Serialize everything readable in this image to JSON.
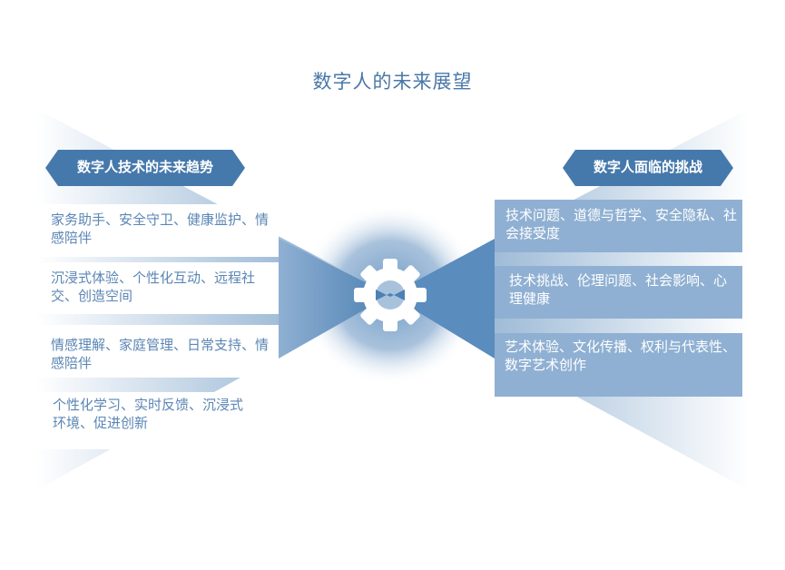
{
  "title": "数字人的未来展望",
  "left": {
    "header": "数字人技术的未来趋势",
    "items": [
      "家务助手、安全守卫、健康监护、情感陪伴",
      "沉浸式体验、个性化互动、远程社交、创造空间",
      "情感理解、家庭管理、日常支持、情感陪伴",
      "个性化学习、实时反馈、沉浸式环境、促进创新"
    ]
  },
  "right": {
    "header": "数字人面临的挑战",
    "items": [
      "技术问题、道德与哲学、安全隐私、社会接受度",
      "技术挑战、伦理问题、社会影响、心理健康",
      "艺术体验、文化传播、权利与代表性、数字艺术创作"
    ]
  },
  "center_icon": "gear-icon",
  "colors": {
    "primary": "#4679ab",
    "box": "#8fb0d2",
    "title": "#4a78a8"
  }
}
